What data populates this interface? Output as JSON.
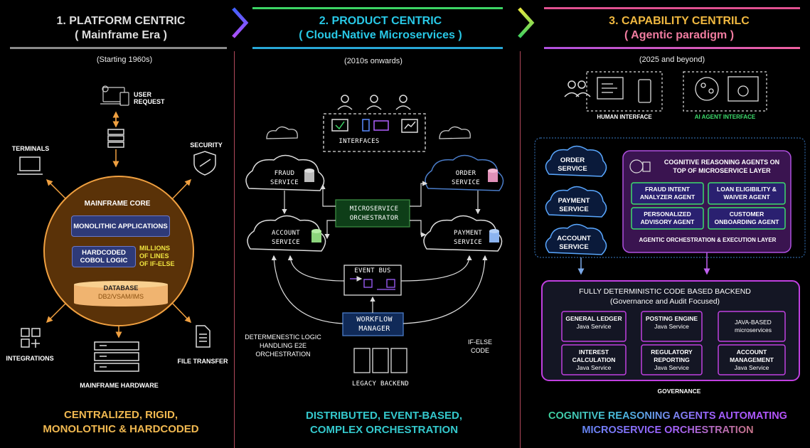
{
  "col1": {
    "title1": "1. PLATFORM CENTRIC",
    "title2": "( Mainframe Era )",
    "era": "(Starting 1960s)",
    "user_request": "USER REQUEST",
    "terminals": "TERMINALS",
    "security": "SECURITY",
    "core_title": "MAINFRAME CORE",
    "monolithic": "MONOLITHIC APPLICATIONS",
    "hardcoded": "HARDCODED COBOL LOGIC",
    "millions": "MILLIONS OF LINES OF IF-ELSE",
    "database": "DATABASE",
    "db_sub": "DB2/VSAM/IMS",
    "integrations": "INTEGRATIONS",
    "file_transfer": "FILE TRANSFER",
    "hardware": "MAINFRAME HARDWARE",
    "bottom1": "CENTRALIZED, RIGID,",
    "bottom2": "MONOLOTHIC & HARDCODED"
  },
  "col2": {
    "title1": "2. PRODUCT CENTRIC",
    "title2": "( Cloud-Native Microservices )",
    "era": "(2010s onwards)",
    "interfaces": "INTERFACES",
    "fraud": "FRAUD SERVICE",
    "order": "ORDER SERVICE",
    "orchestrator": "MICROSERVICE ORCHESTRATOR",
    "account": "ACCOUNT SERVICE",
    "payment": "PAYMENT SERVICE",
    "event_bus": "EVENT BUS",
    "workflow": "WORKFLOW MANAGER",
    "deterministic": "DETERMENESTIC LOGIC HANDLING E2E ORCHESTRATION",
    "ifelse": "IF-ELSE CODE",
    "legacy": "LEGACY BACKEND",
    "bottom1": "DISTRIBUTED, EVENT-BASED,",
    "bottom2": "COMPLEX ORCHESTRATION"
  },
  "col3": {
    "title1": "3. CAPABILITY CENTRILC",
    "title2": "( Agentic paradigm )",
    "era": "(2025 and beyond)",
    "human_interface": "HUMAN INTERFACE",
    "ai_interface": "AI AGENT INTERFACE",
    "order": "ORDER SERVICE",
    "payment": "PAYMENT SERVICE",
    "account": "ACCOUNT SERVICE",
    "agents_title": "COGNITIVE REASONING AGENTS ON TOP OF MICROSERVICE LAYER",
    "agent1": "FRAUD INTENT ANALYZER AGENT",
    "agent2": "LOAN ELIGIBILITY & WAIVER AGENT",
    "agent3": "PERSONALIZED ADVISORY AGENT",
    "agent4": "CUSTOMER ONBOARDING AGENT",
    "agentic_layer": "AGENTIC ORCHESTRATION & EXECUTION LAYER",
    "backend_title": "FULLY DETERMINISTIC CODE BASED BACKEND",
    "backend_sub": "(Governance and Audit Focused)",
    "svc1": "GENERAL LEDGER",
    "svc2": "POSTING ENGINE",
    "svc3": "JAVA-BASED microservices",
    "svc4": "INTEREST CALCULATION",
    "svc5": "REGULATORY REPORTING",
    "svc6": "ACCOUNT MANAGEMENT",
    "java": "Java Service",
    "governance": "GOVERNANCE",
    "bottom1": "COGNITIVE REASONING AGENTS AUTOMATING",
    "bottom2": "MICROSERVICE ORCHESTRATION"
  },
  "colors": {
    "orange": "#f0a040",
    "cyan": "#28c8e6",
    "gold": "#f0b840",
    "purple": "#a040d0",
    "green": "#3cdc6c",
    "grad_start": "#3cdc90",
    "grad_end": "#a060ff"
  }
}
